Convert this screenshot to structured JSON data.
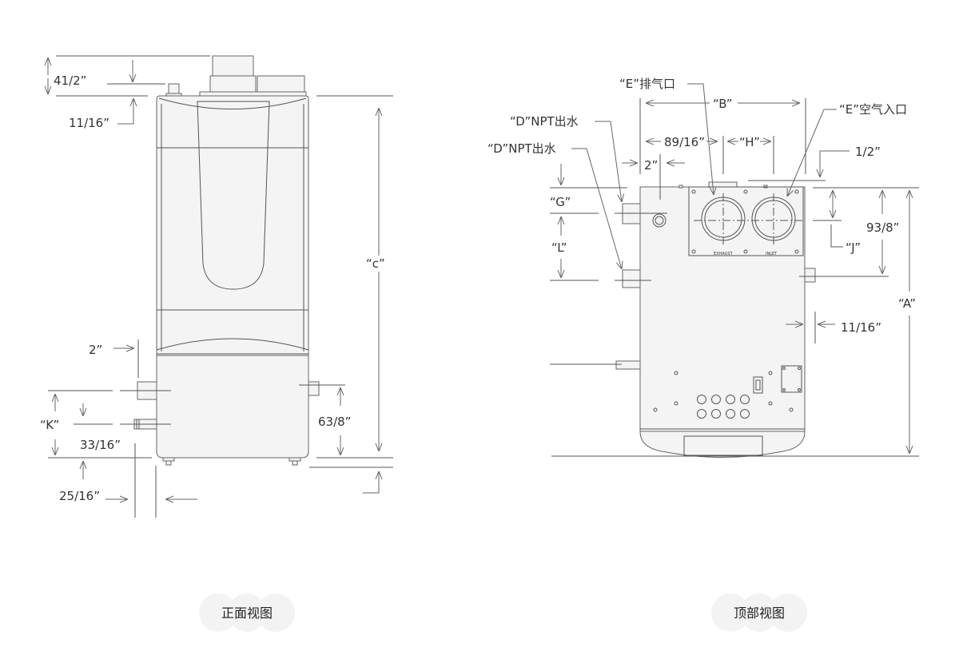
{
  "front_view": {
    "caption": "正面视图",
    "dims": {
      "d_4_1_2": "41/2”",
      "d_11_16_top": "11/16”",
      "c": "“c”",
      "d_2": "2”",
      "K": "“K”",
      "d_3_3_16": "33/16”",
      "d_6_3_8": "63/8”",
      "d_2_5_16": "25/16”"
    }
  },
  "top_view": {
    "caption": "顶部视图",
    "labels": {
      "exhaust_callout": "“E”排气口",
      "inlet_callout": "“E”空气入口",
      "npt_outlet_1": "“D”NPT出水",
      "npt_outlet_2": "“D”NPT出水",
      "exhaust_marking": "EXHAUST",
      "inlet_marking": "INLET"
    },
    "dims": {
      "B": "“B”",
      "d_8_9_16": "89/16”",
      "H": "“H”",
      "d_1_2": "1/2”",
      "d_2": "2”",
      "G": "“G”",
      "L": "“L”",
      "d_9_3_8": "93/8”",
      "J": "“J”",
      "A": "“A”",
      "d_11_16": "11/16”"
    }
  }
}
